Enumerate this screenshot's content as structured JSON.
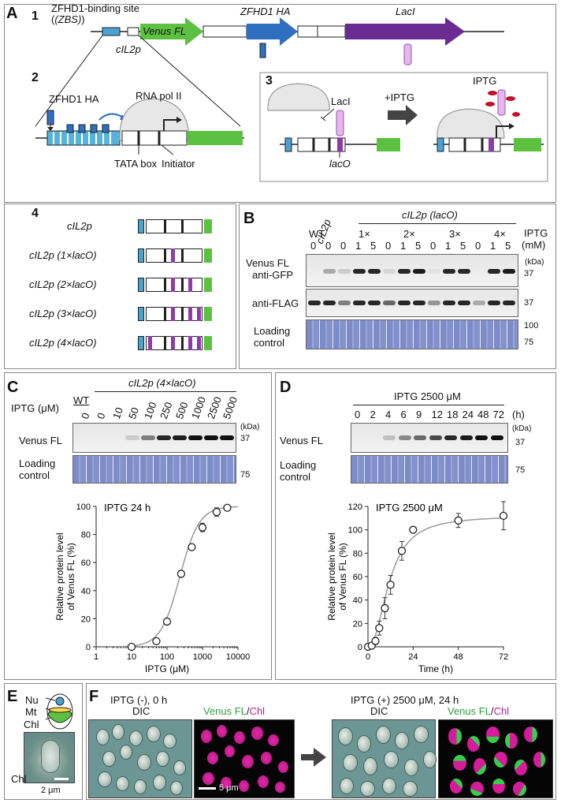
{
  "panel_a": {
    "label": "A",
    "sub1": "1",
    "sub2": "2",
    "sub3": "3",
    "sub4": "4",
    "zbs_label_line1": "ZFHD1-binding site",
    "zbs_label_line2": "(ZBS)",
    "venus_label": "Venus FL",
    "cil2p_label": "cIL2p",
    "zfhd1_label": "ZFHD1 HA",
    "laci_label": "LacI",
    "zfhd1_small": "ZFHD1 HA",
    "rnapol_label": "RNA pol II",
    "tata_label": "TATA box",
    "initiator_label": "Initiator",
    "laci_small": "LacI",
    "iptg_step": "+IPTG",
    "iptg_label": "IPTG",
    "laco_label": "lacO",
    "constructs": [
      {
        "name": "cIL2p",
        "n_laco": 0
      },
      {
        "name": "cIL2p (1×lacO)",
        "n_laco": 1
      },
      {
        "name": "cIL2p (2×lacO)",
        "n_laco": 2
      },
      {
        "name": "cIL2p (3×lacO)",
        "n_laco": 3
      },
      {
        "name": "cIL2p (4×lacO)",
        "n_laco": 4
      }
    ]
  },
  "panel_b": {
    "label": "B",
    "header_group": "cIL2p (lacO)",
    "lane_groups": [
      "WT",
      "cIL2p",
      "1×",
      "2×",
      "3×",
      "4×"
    ],
    "iptg_title": "IPTG",
    "iptg_unit": "(mM)",
    "iptg_values": [
      "0",
      "0",
      "0",
      "1",
      "5",
      "0",
      "1",
      "5",
      "0",
      "1",
      "5",
      "0",
      "1",
      "5"
    ],
    "row1_label_line1": "Venus FL",
    "row1_label_line2": "anti-GFP",
    "row2_label": "anti-FLAG",
    "row3_label_line1": "Loading",
    "row3_label_line2": "control",
    "kda": "(kDa)",
    "mw_37": "37",
    "mw_37b": "37",
    "mw_100": "100",
    "mw_75": "75"
  },
  "panel_c": {
    "label": "C",
    "header_group": "cIL2p (4×lacO)",
    "iptg_title": "IPTG (μM)",
    "lanes": [
      "0",
      "0",
      "10",
      "50",
      "100",
      "250",
      "500",
      "1000",
      "2500",
      "5000"
    ],
    "wt_label": "WT",
    "row1_label": "Venus FL",
    "row2_label_line1": "Loading",
    "row2_label_line2": "control",
    "kda": "(kDa)",
    "mw_37": "37",
    "mw_75": "75"
  },
  "panel_d": {
    "label": "D",
    "header": "IPTG 2500 μM",
    "lanes": [
      "0",
      "2",
      "4",
      "6",
      "9",
      "12",
      "18",
      "24",
      "48",
      "72"
    ],
    "unit": "(h)",
    "row1_label": "Venus FL",
    "row2_label_line1": "Loading",
    "row2_label_line2": "control",
    "kda": "(kDa)",
    "mw_37": "37",
    "mw_75": "75"
  },
  "panel_e": {
    "label": "E",
    "nu": "Nu",
    "mt": "Mt",
    "chl": "Chl",
    "chl2": "Chl",
    "scale": "2 μm"
  },
  "panel_f": {
    "label": "F",
    "cond1": "IPTG (-), 0 h",
    "cond2": "IPTG (+) 2500 μM, 24 h",
    "dic": "DIC",
    "dic2": "DIC",
    "venus": "Venus FL",
    "slash": "/",
    "chl": "Chl",
    "venus2": "Venus FL",
    "slash2": "/",
    "chl2": "Chl",
    "scale": "5 μm"
  },
  "chart_data": [
    {
      "type": "scatter",
      "title": "IPTG  24 h",
      "xlabel": "IPTG (μM)",
      "ylabel": "Relative protein level of Venus FL (%)",
      "x_scale": "log",
      "xlim": [
        1,
        10000
      ],
      "ylim": [
        0,
        100
      ],
      "xticks": [
        "1",
        "10",
        "100",
        "1000",
        "10000"
      ],
      "yticks": [
        "0",
        "20",
        "40",
        "60",
        "80",
        "100"
      ],
      "x": [
        10,
        50,
        100,
        250,
        500,
        1000,
        2500,
        5000
      ],
      "y": [
        0,
        4,
        18,
        52,
        71,
        85,
        96,
        99
      ],
      "err": [
        0,
        1,
        1,
        2,
        2,
        3,
        3,
        2
      ],
      "fit": "sigmoidal curve",
      "grid": false
    },
    {
      "type": "scatter",
      "title": "IPTG 2500 μM",
      "xlabel": "Time (h)",
      "ylabel": "Relative protein level of Venus FL (%)",
      "xlim": [
        0,
        72
      ],
      "ylim": [
        0,
        120
      ],
      "xticks": [
        "0",
        "24",
        "48",
        "72"
      ],
      "yticks": [
        "0",
        "20",
        "40",
        "60",
        "80",
        "100",
        "120"
      ],
      "x": [
        0,
        2,
        4,
        6,
        9,
        12,
        18,
        24,
        48,
        72
      ],
      "y": [
        0,
        1,
        5,
        16,
        33,
        53,
        82,
        100,
        108,
        112
      ],
      "err": [
        1,
        2,
        3,
        6,
        9,
        8,
        8,
        1,
        6,
        12
      ],
      "fit": "saturating curve",
      "grid": false
    }
  ]
}
